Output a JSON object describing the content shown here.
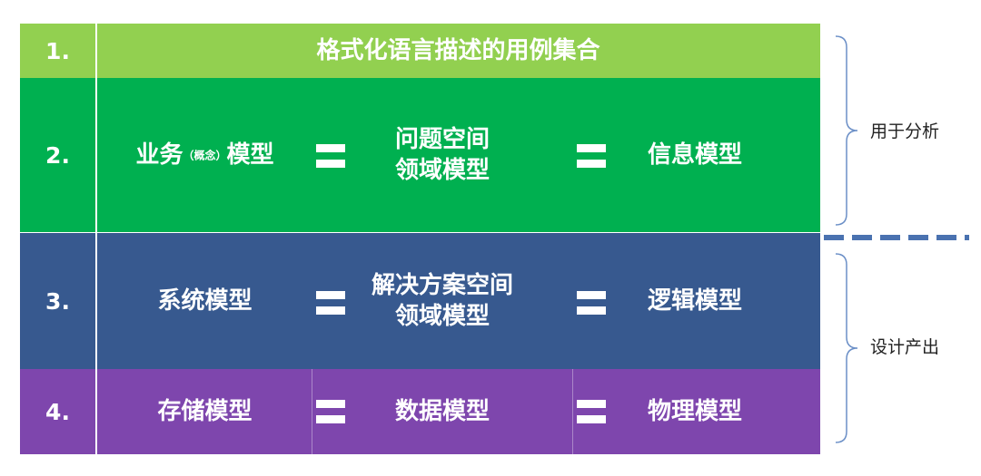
{
  "rows": [
    {
      "num": "1.",
      "title": "格式化语言描述的用例集合"
    },
    {
      "num": "2.",
      "cells": [
        {
          "text": "业务",
          "small": "（概念）",
          "text2": "模型"
        },
        {
          "line1": "问题空间",
          "line2": "领域模型"
        },
        {
          "text": "信息模型"
        }
      ]
    },
    {
      "num": "3.",
      "cells": [
        {
          "text": "系统模型"
        },
        {
          "line1": "解决方案空间",
          "line2": "领域模型"
        },
        {
          "text": "逻辑模型"
        }
      ]
    },
    {
      "num": "4.",
      "cells": [
        {
          "text": "存储模型"
        },
        {
          "text": "数据模型"
        },
        {
          "text": "物理模型"
        }
      ]
    }
  ],
  "side": {
    "analysis": "用于分析",
    "design": "设计产出"
  },
  "colors": {
    "row1": "#92d050",
    "row2": "#00b050",
    "row3": "#37598f",
    "row4": "#7e46ad",
    "divider": "#4a72b0"
  }
}
